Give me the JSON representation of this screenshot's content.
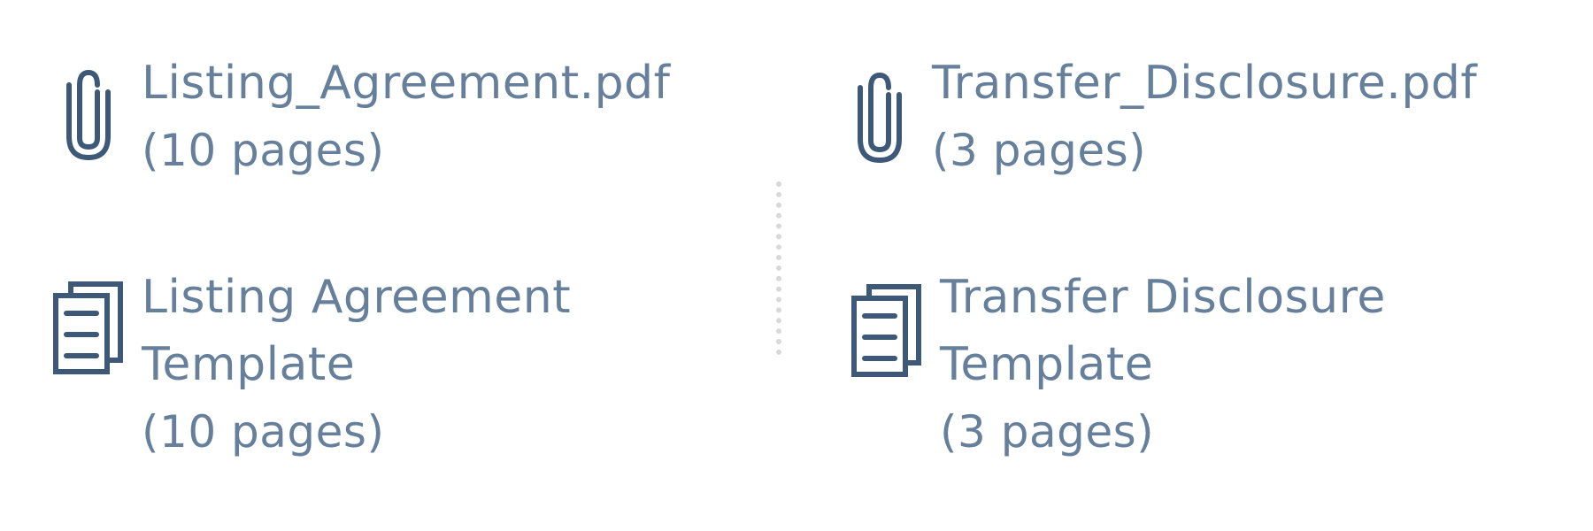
{
  "attachments": [
    {
      "file_name": "Listing_Agreement.pdf",
      "pages": "(10 pages)",
      "icon": "paperclip-icon"
    },
    {
      "file_name": "Transfer_Disclosure.pdf",
      "pages": "(3 pages)",
      "icon": "paperclip-icon"
    }
  ],
  "templates": [
    {
      "title_line1": "Listing Agreement",
      "title_line2": "Template",
      "pages": "(10 pages)",
      "icon": "documents-icon"
    },
    {
      "title_line1": "Transfer Disclosure",
      "title_line2": "Template",
      "pages": "(3 pages)",
      "icon": "documents-icon"
    }
  ],
  "colors": {
    "text": "#667f9b",
    "icon": "#3e5878",
    "divider": "#d9d9d9",
    "background": "#ffffff"
  }
}
